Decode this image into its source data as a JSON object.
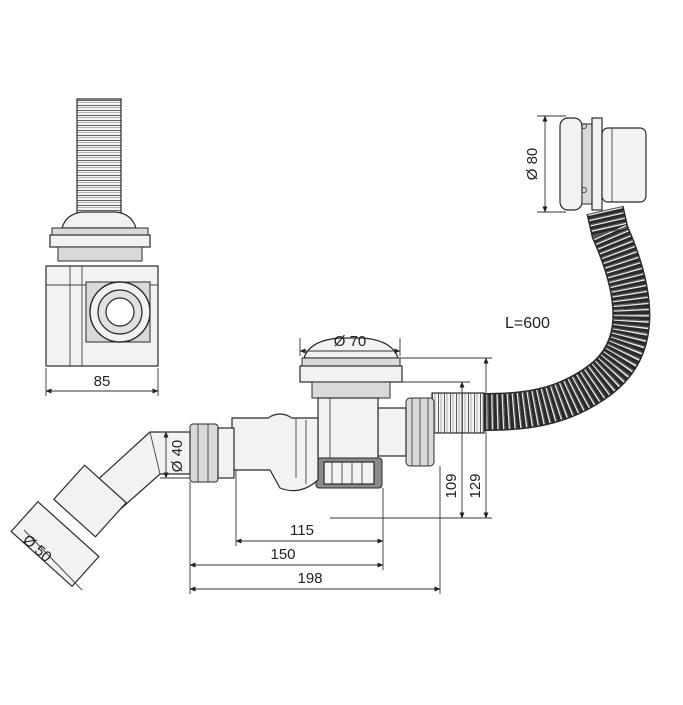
{
  "dimensions": {
    "top_view_width": "85",
    "cap_diameter": "Ø 70",
    "outlet_diameter": "Ø 40",
    "inlet_diameter": "Ø 50",
    "overflow_diameter": "Ø 80",
    "hose_length": "L=600",
    "length_115": "115",
    "length_150": "150",
    "length_198": "198",
    "height_109": "109",
    "height_129": "129"
  }
}
